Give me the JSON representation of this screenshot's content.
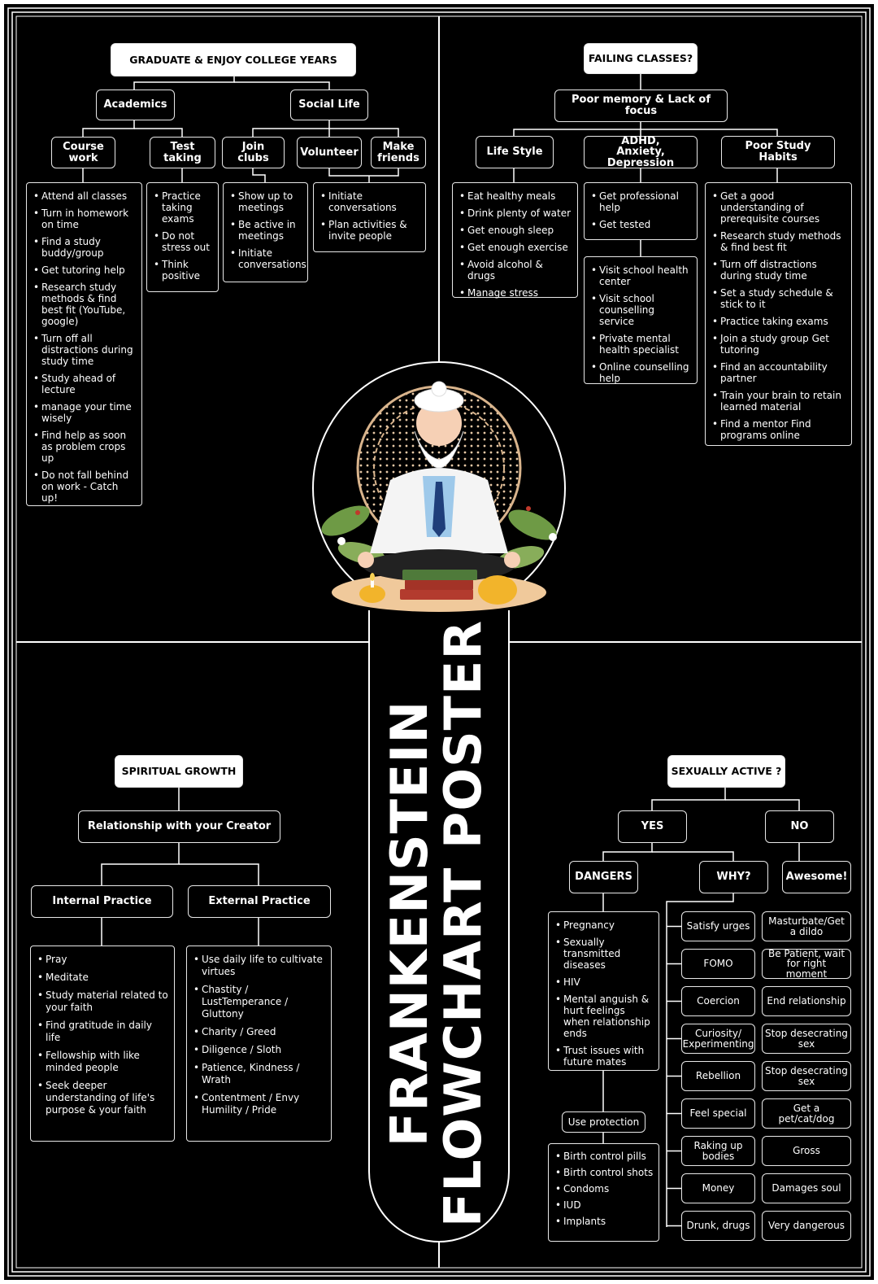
{
  "poster": {
    "title_line1": "FRANKENSTEIN",
    "title_line2": "FLOWCHART POSTER",
    "illustration": "meditating-doctor-illustration"
  },
  "q1": {
    "root": "GRADUATE & ENJOY COLLEGE YEARS",
    "academics": "Academics",
    "social": "Social Life",
    "course_work": "Course work",
    "test_taking": "Test taking",
    "join_clubs": "Join clubs",
    "volunteer": "Volunteer",
    "make_friends": "Make friends",
    "course_work_items": [
      "Attend all classes",
      "Turn in homework on time",
      "Find a study buddy/group",
      "Get tutoring help",
      "Research study methods & find best fit (YouTube, google)",
      "Turn off all distractions during study time",
      "Study ahead of lecture",
      "manage your time wisely",
      "Find help as soon as problem crops up",
      "Do not fall behind on work - Catch up!"
    ],
    "test_taking_items": [
      "Practice taking exams",
      "Do not stress out",
      "Think positive"
    ],
    "join_clubs_items": [
      "Show up to meetings",
      "Be active in meetings",
      "Initiate conversations"
    ],
    "friends_items": [
      "Initiate conversations",
      "Plan activities & invite people"
    ]
  },
  "q2": {
    "root": "FAILING CLASSES?",
    "cause": "Poor memory & Lack of focus",
    "life_style": "Life Style",
    "adhd": "ADHD, Anxiety, Depression",
    "study_habits": "Poor Study Habits",
    "life_style_items": [
      "Eat healthy meals",
      "Drink plenty of water",
      "Get enough sleep",
      "Get enough exercise",
      "Avoid alcohol & drugs",
      "Manage stress"
    ],
    "adhd_items": [
      "Get professional help",
      "Get tested"
    ],
    "adhd_help_items": [
      "Visit school health center",
      "Visit school counselling service",
      "Private mental health specialist",
      "Online counselling help"
    ],
    "study_habits_items": [
      "Get a good understanding of prerequisite courses",
      "Research study methods & find best fit",
      "Turn off distractions during study time",
      "Set a study schedule & stick to it",
      "Practice taking exams",
      "Join a study group Get tutoring",
      "Find an accountability partner",
      "Train your brain to retain learned material",
      "Find a mentor Find programs online"
    ]
  },
  "q3": {
    "root": "SPIRITUAL GROWTH",
    "relationship": "Relationship with your Creator",
    "internal": "Internal Practice",
    "external": "External Practice",
    "internal_items": [
      "Pray",
      "Meditate",
      "Study material related to your faith",
      "Find gratitude in daily life",
      "Fellowship with like minded people",
      "Seek deeper understanding of life's purpose & your faith"
    ],
    "external_items": [
      "Use daily life to cultivate virtues",
      "Chastity / LustTemperance / Gluttony",
      "Charity / Greed",
      "Diligence / Sloth",
      "Patience, Kindness / Wrath",
      "Contentment / Envy Humility / Pride"
    ]
  },
  "q4": {
    "root": "SEXUALLY ACTIVE ?",
    "yes": "YES",
    "no": "NO",
    "dangers": "DANGERS",
    "why": "WHY?",
    "awesome": "Awesome!",
    "dangers_items": [
      "Pregnancy",
      "Sexually transmitted diseases",
      "HIV",
      "Mental anguish & hurt feelings when relationship ends",
      "Trust issues with future mates"
    ],
    "protection": "Use protection",
    "protection_items": [
      "Birth control pills",
      "Birth control shots",
      "Condoms",
      "IUD",
      "Implants"
    ],
    "why_rows": [
      {
        "reason": "Satisfy urges",
        "answer": "Masturbate/Get a dildo"
      },
      {
        "reason": "FOMO",
        "answer": "Be Patient, wait for right moment"
      },
      {
        "reason": "Coercion",
        "answer": "End relationship"
      },
      {
        "reason": "Curiosity/ Experimenting",
        "answer": "Stop desecrating sex"
      },
      {
        "reason": "Rebellion",
        "answer": "Stop desecrating sex"
      },
      {
        "reason": "Feel special",
        "answer": "Get a pet/cat/dog"
      },
      {
        "reason": "Raking up bodies",
        "answer": "Gross"
      },
      {
        "reason": "Money",
        "answer": "Damages soul"
      },
      {
        "reason": "Drunk, drugs",
        "answer": "Very dangerous"
      }
    ]
  }
}
